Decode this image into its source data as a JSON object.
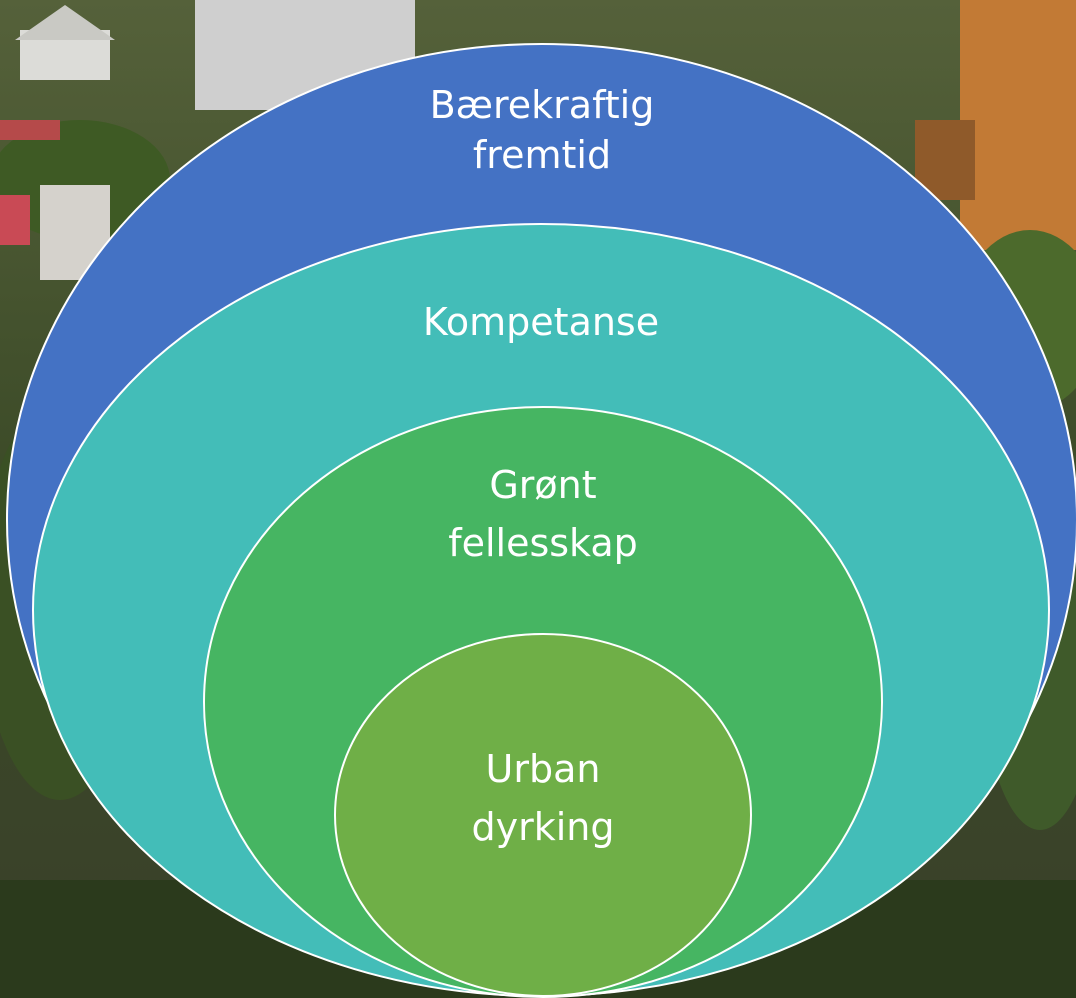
{
  "diagram": {
    "type": "nested-circles",
    "layers": [
      {
        "lines": [
          "Bærekraftig",
          "fremtid"
        ],
        "color": "#4472c4"
      },
      {
        "lines": [
          "Kompetanse"
        ],
        "color": "#43bdb8"
      },
      {
        "lines": [
          "Grønt",
          "fellesskap"
        ],
        "color": "#46b562"
      },
      {
        "lines": [
          "Urban",
          "dyrking"
        ],
        "color": "#6faf47"
      }
    ],
    "outline_color": "#ffffff"
  },
  "background": {
    "description_icon": "garden-photo-background"
  }
}
